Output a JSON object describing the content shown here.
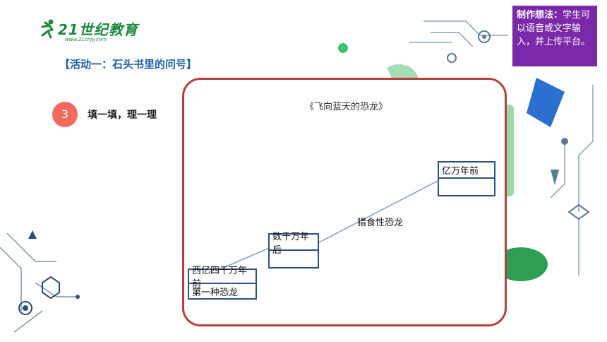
{
  "logo": {
    "brand": "21世纪教育",
    "url": "www.21cnjy.com"
  },
  "activity": {
    "title": "【活动一：石头书里的问号】"
  },
  "step": {
    "number": "3",
    "label": "填一填，理一理"
  },
  "note": {
    "heading": "制作想法：",
    "body": "学生可以语音或文字输入，并上传平台。"
  },
  "book": {
    "title": "《飞向蓝天的恐龙》"
  },
  "diagram": {
    "boxes": [
      {
        "label": "西亿四千万年前",
        "value": "第一种恐龙"
      },
      {
        "label": "数千万年后",
        "value": ""
      },
      {
        "label": "亿万年前",
        "value": ""
      }
    ],
    "connector_label": "猎食性恐龙"
  },
  "colors": {
    "accent_blue": "#1f5fa6",
    "note_purple": "#7a2aa8",
    "frame_red": "#b3413a",
    "step_coral": "#f26a5c"
  }
}
